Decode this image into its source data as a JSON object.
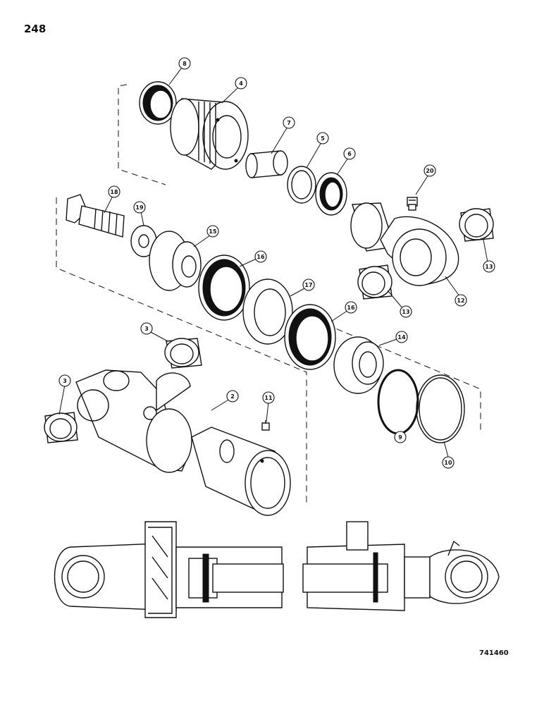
{
  "page": {
    "number": "248",
    "drawing_code": "741460"
  },
  "callouts": [
    "8",
    "4",
    "7",
    "5",
    "6",
    "20",
    "18",
    "19",
    "15",
    "16",
    "17",
    "16",
    "13",
    "12",
    "13",
    "14",
    "3",
    "3",
    "2",
    "11",
    "9",
    "10"
  ],
  "colors": {
    "ink": "#111111",
    "paper": "#ffffff"
  }
}
